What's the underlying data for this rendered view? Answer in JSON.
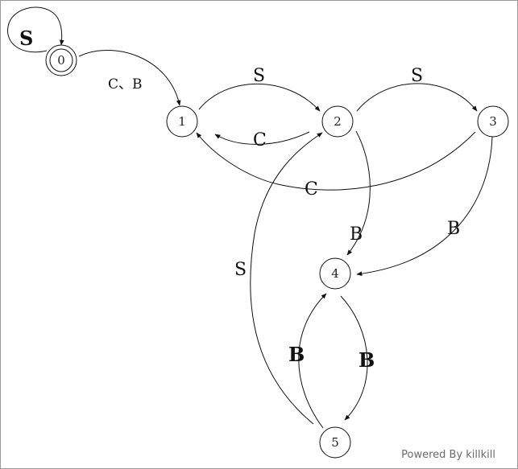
{
  "diagram": {
    "states": [
      {
        "id": "0",
        "label": "0",
        "accepting": true
      },
      {
        "id": "1",
        "label": "1",
        "accepting": false
      },
      {
        "id": "2",
        "label": "2",
        "accepting": false
      },
      {
        "id": "3",
        "label": "3",
        "accepting": false
      },
      {
        "id": "4",
        "label": "4",
        "accepting": false
      },
      {
        "id": "5",
        "label": "5",
        "accepting": false
      }
    ],
    "transitions": [
      {
        "from": "0",
        "to": "0",
        "label": "S"
      },
      {
        "from": "0",
        "to": "1",
        "label": "C、B"
      },
      {
        "from": "1",
        "to": "2",
        "label": "S"
      },
      {
        "from": "2",
        "to": "1",
        "label": "C"
      },
      {
        "from": "2",
        "to": "3",
        "label": "S"
      },
      {
        "from": "3",
        "to": "1",
        "label": "C"
      },
      {
        "from": "2",
        "to": "4",
        "label": "B"
      },
      {
        "from": "3",
        "to": "4",
        "label": "B"
      },
      {
        "from": "5",
        "to": "2",
        "label": "S"
      },
      {
        "from": "5",
        "to": "4",
        "label": "B"
      },
      {
        "from": "4",
        "to": "5",
        "label": "B"
      }
    ]
  },
  "watermark": "Powered By killkill"
}
